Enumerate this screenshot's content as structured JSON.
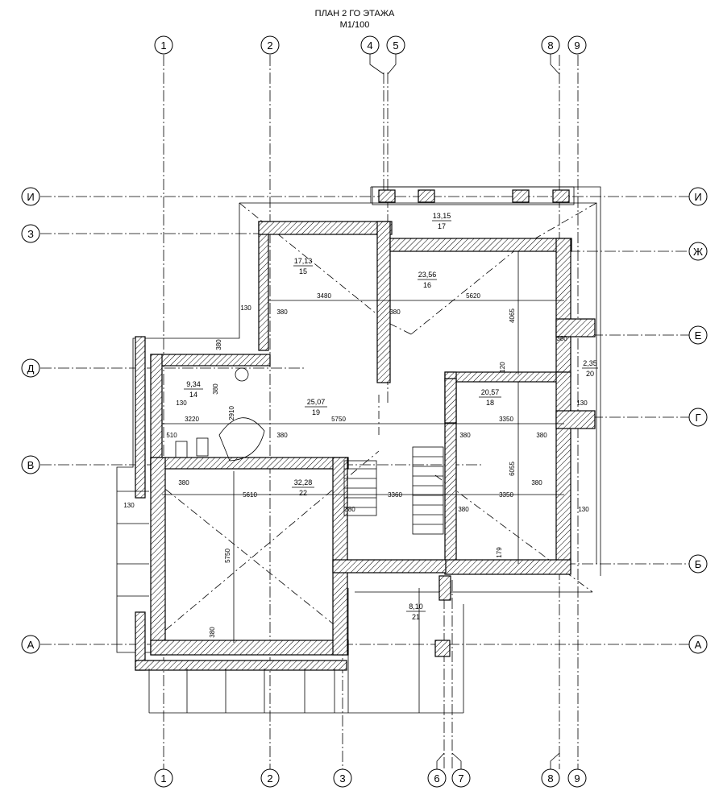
{
  "title": {
    "line1": "ПЛАН 2 ГО ЭТАЖА",
    "line2": "М1/100"
  },
  "axes": {
    "top": [
      "1",
      "2",
      "4",
      "5",
      "8",
      "9"
    ],
    "bottom": [
      "1",
      "2",
      "3",
      "6",
      "7",
      "8",
      "9"
    ],
    "left": [
      "И",
      "З",
      "Д",
      "В",
      "А"
    ],
    "right": [
      "И",
      "Ж",
      "Е",
      "Г",
      "Б",
      "А"
    ]
  },
  "rooms": [
    {
      "area": "13,15",
      "num": "17"
    },
    {
      "area": "17,13",
      "num": "15"
    },
    {
      "area": "23,56",
      "num": "16"
    },
    {
      "area": "9,34",
      "num": "14"
    },
    {
      "area": "25,07",
      "num": "19"
    },
    {
      "area": "20,57",
      "num": "18"
    },
    {
      "area": "2,35",
      "num": "20"
    },
    {
      "area": "32,28",
      "num": "22"
    },
    {
      "area": "8,10",
      "num": "21"
    }
  ],
  "dimensions": [
    "3480",
    "5620",
    "130",
    "380",
    "380",
    "380",
    "4065",
    "120",
    "130",
    "380",
    "2910",
    "3220",
    "5750",
    "3350",
    "510",
    "380",
    "380",
    "380",
    "130",
    "6055",
    "380",
    "5610",
    "3360",
    "3350",
    "380",
    "380",
    "130",
    "130",
    "5750",
    "179",
    "380",
    "380",
    "380"
  ]
}
